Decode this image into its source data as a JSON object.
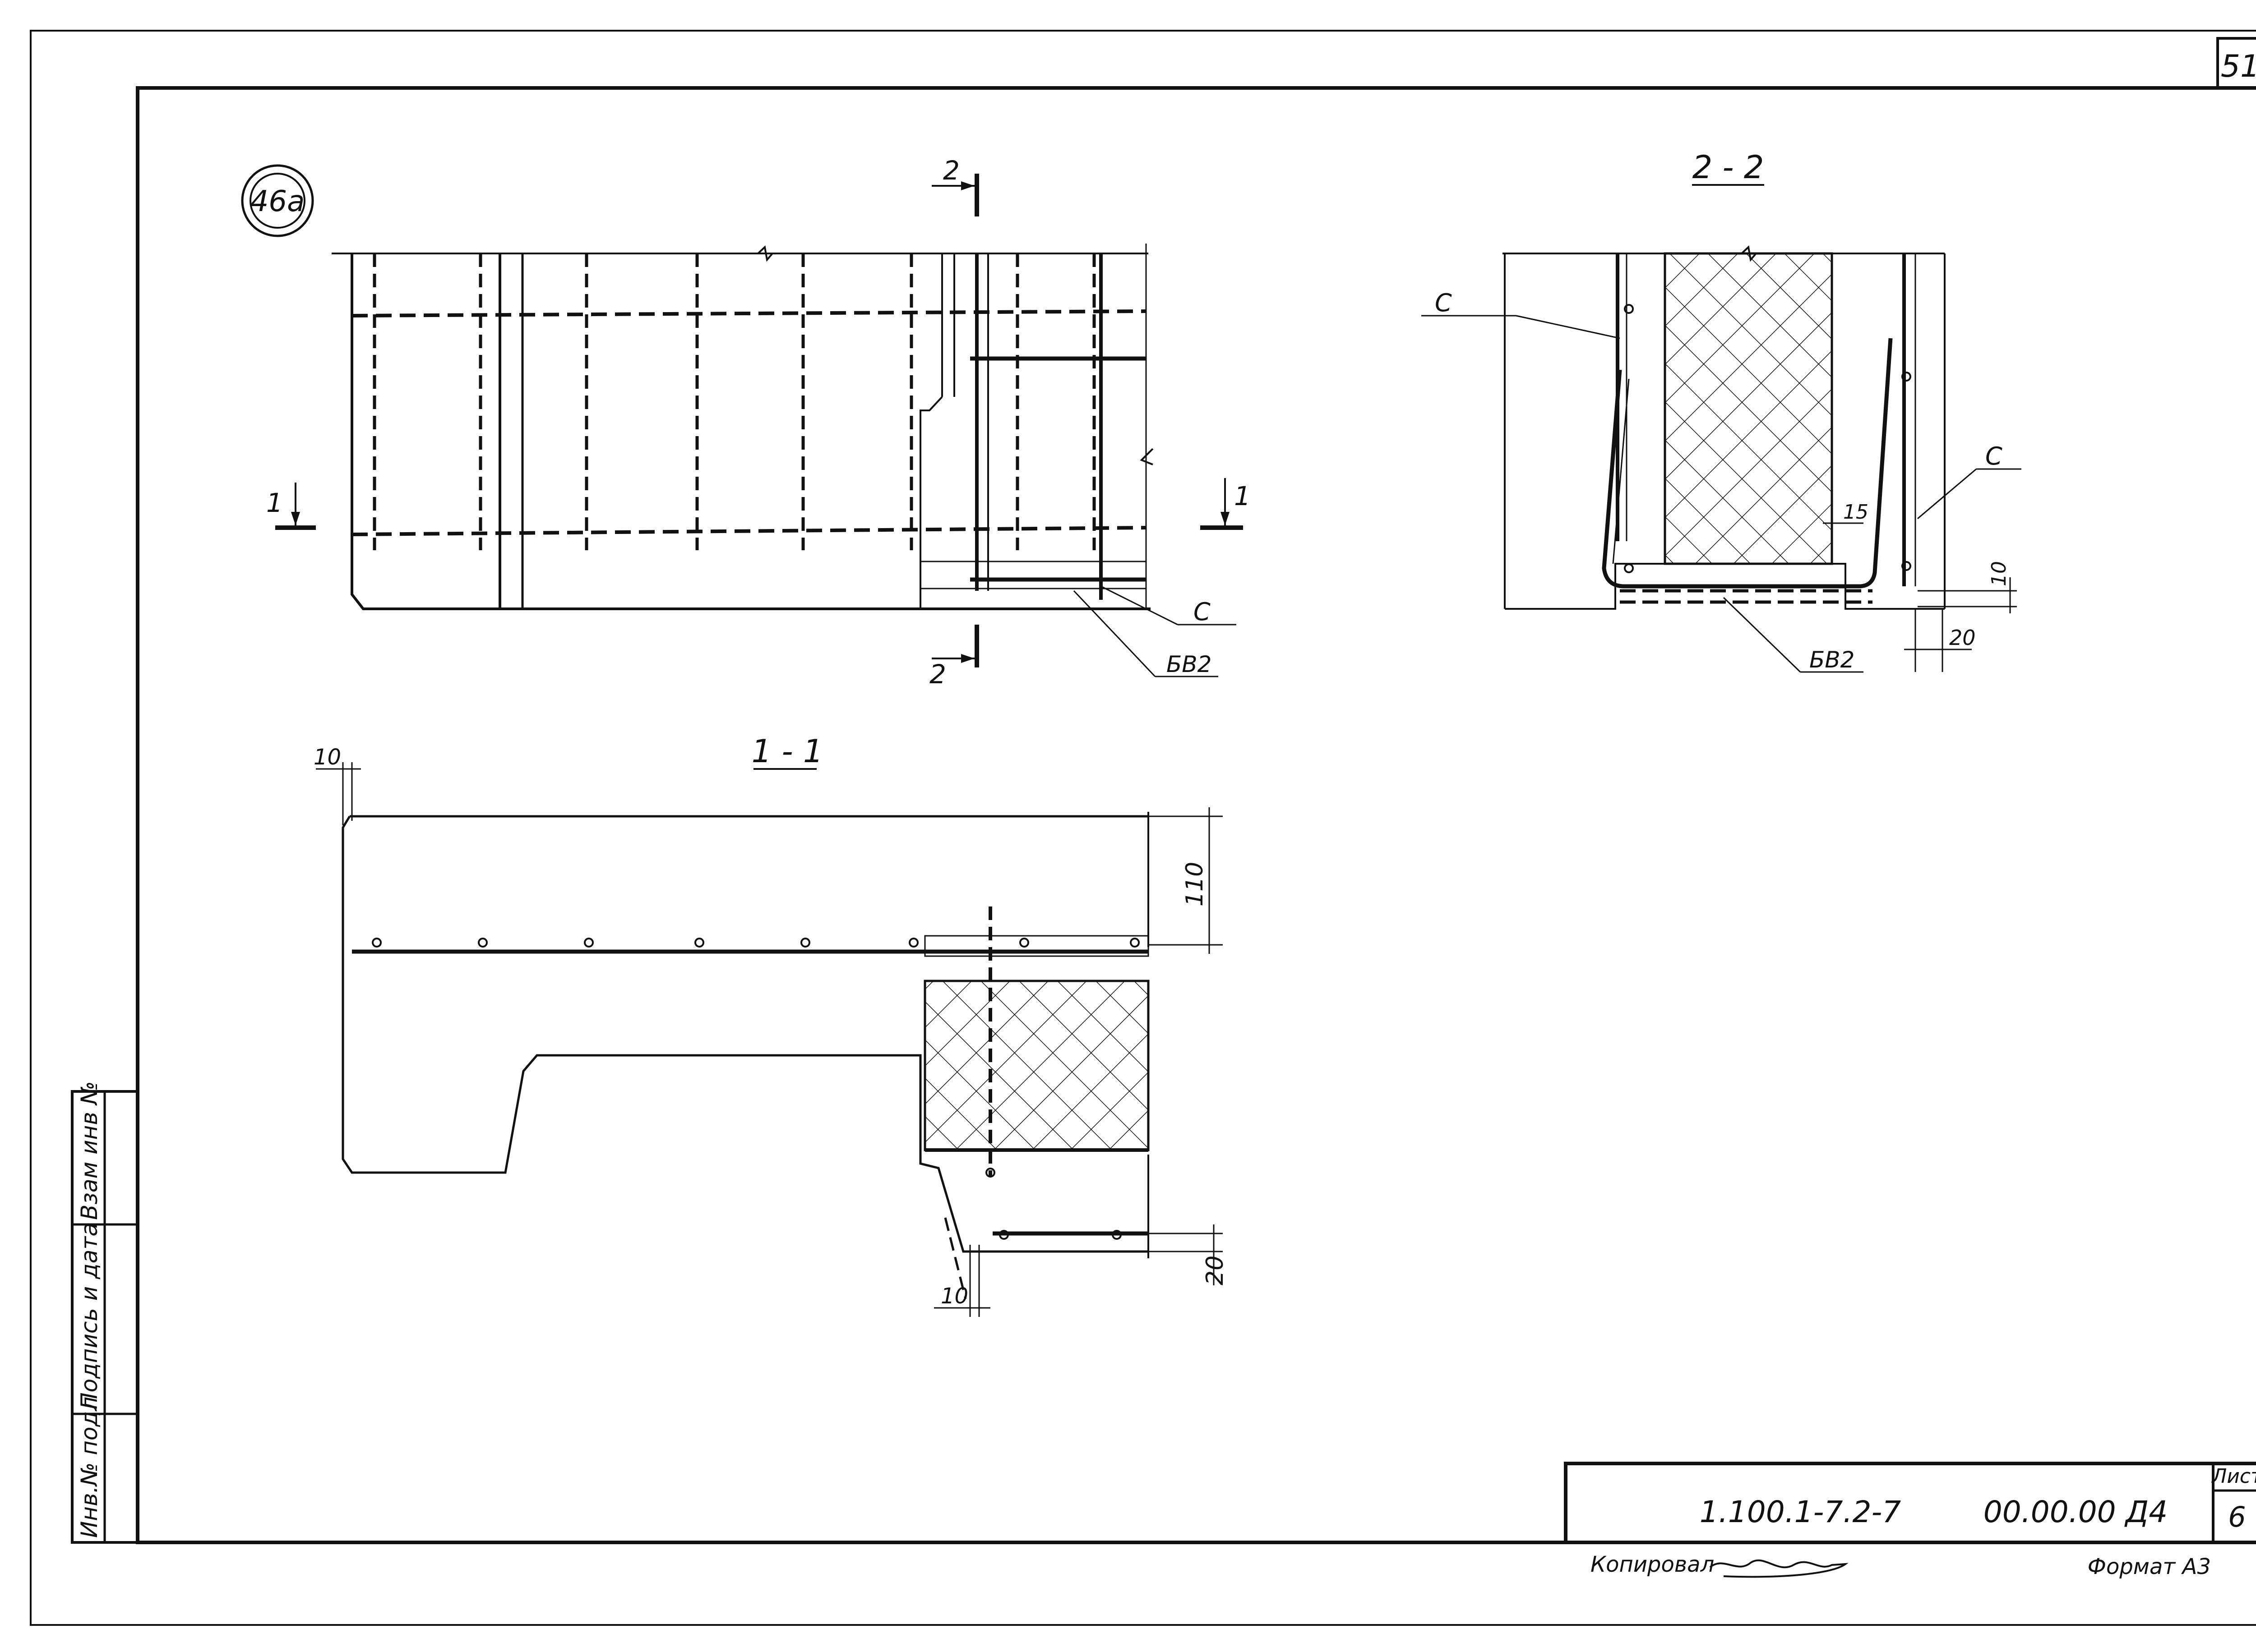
{
  "sheet": {
    "page_number": "51",
    "mark_circle": "46a",
    "side_stamp": {
      "inv_no": "Инв.№ подл",
      "sign_date": "Подпись и дата",
      "replace_inv": "Взам инв №"
    }
  },
  "views": {
    "elevation": {
      "section_mark_2": "2",
      "section_mark_1": "1",
      "label_c": "C",
      "label_bv2": "БВ2",
      "label_1": "1"
    },
    "section_1_1": {
      "title": "1 - 1",
      "dim_top_left": "10",
      "dim_height_top": "110",
      "dim_bottom_right": "20",
      "dim_bottom_left": "10"
    },
    "section_2_2": {
      "title": "2 - 2",
      "label_c_left": "C",
      "label_c_right": "C",
      "label_bv2": "БВ2",
      "dim_15": "15",
      "dim_10": "10",
      "dim_20": "20"
    }
  },
  "title_block": {
    "series": "1.100.1-7.2-7",
    "doc_code": "00.00.00 Д4",
    "list_label": "Лист",
    "list_number": "6",
    "copied_label": "Копировал",
    "format_label": "Формат А3"
  }
}
